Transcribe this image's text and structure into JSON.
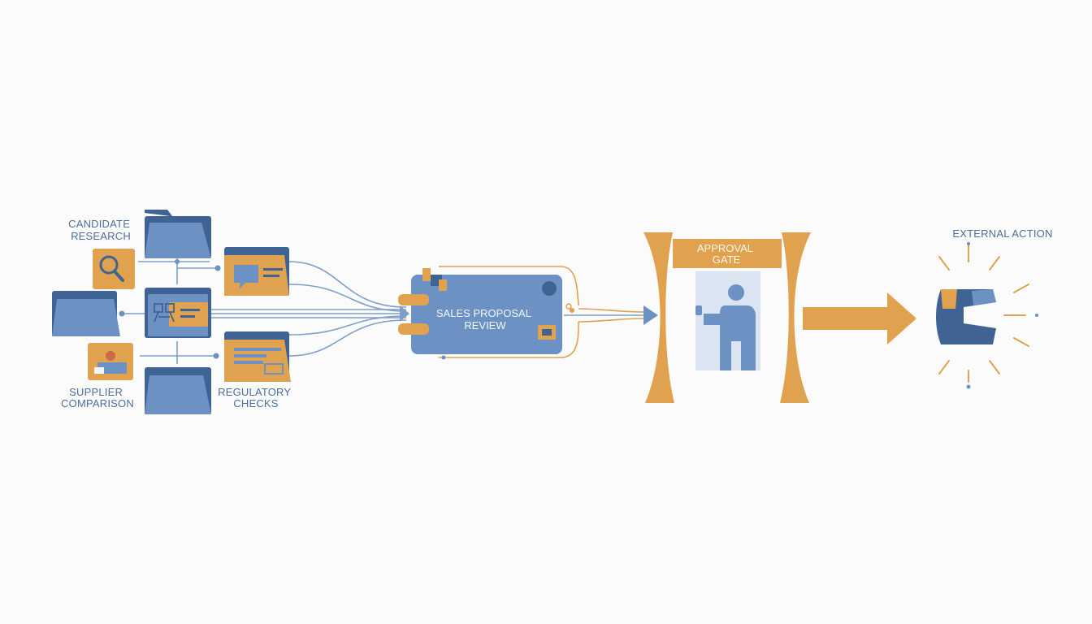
{
  "labels": {
    "candidate_research": [
      "CANDIDATE",
      "RESEARCH"
    ],
    "supplier_comparison": [
      "SUPPLIER",
      "COMPARISON"
    ],
    "regulatory_checks": [
      "REGULATORY",
      "CHECKS"
    ],
    "sales_proposal_review": [
      "SALES PROPOSAL",
      "REVIEW"
    ],
    "approval_gate": [
      "APPROVAL",
      "GATE"
    ],
    "external_action": "EXTERNAL ACTION"
  },
  "icons": {
    "candidate_research": "magnifier-icon",
    "supplier_comparison": "id-card-icon",
    "regulatory_checks": "form-document-icon",
    "hub_center": "org-chart-icon",
    "message": "chat-bubble-icon",
    "reviewer": "person-thumbs-up-icon",
    "external": "magnet-icon"
  },
  "colors": {
    "blue": "#6c92c4",
    "blue_dark": "#3f6494",
    "orange": "#e0a24e",
    "orange_dark": "#c98a36",
    "connector": "#7d9fc9",
    "text": "#4a6f9c",
    "background": "#fbfbfb"
  }
}
